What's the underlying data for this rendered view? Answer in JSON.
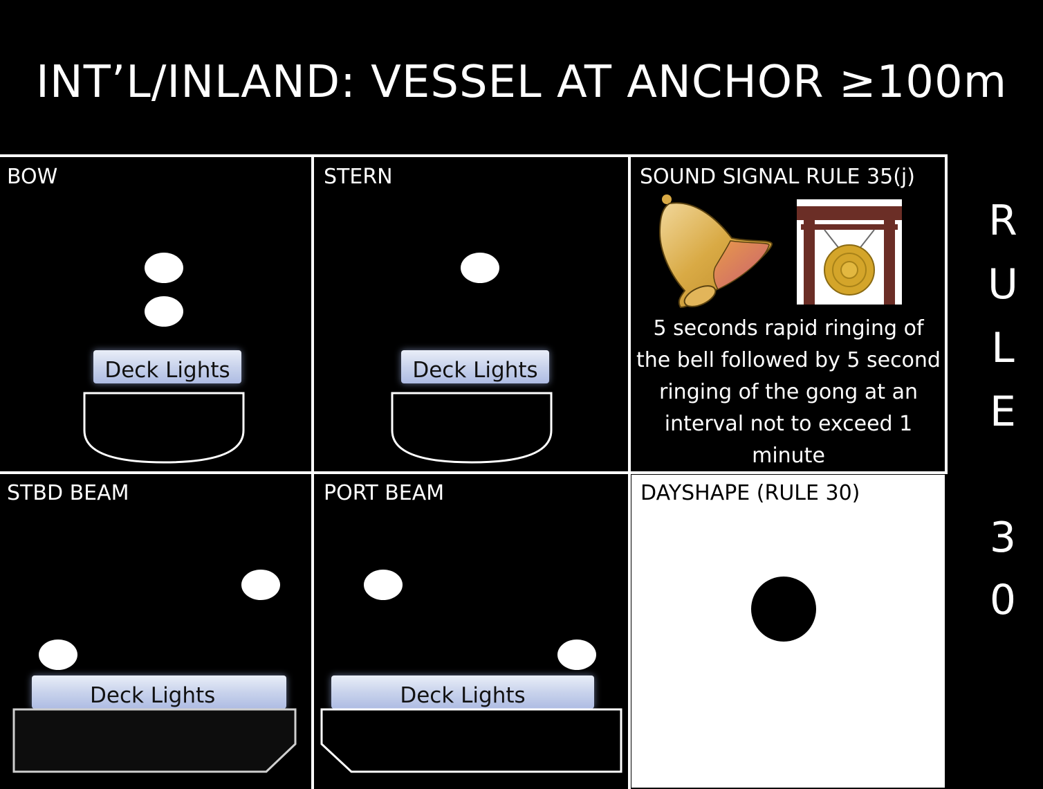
{
  "title": "INT’L/INLAND: VESSEL AT ANCHOR ≥100m",
  "panels": {
    "bow": {
      "label": "BOW",
      "deck_label": "Deck Lights"
    },
    "stern": {
      "label": "STERN",
      "deck_label": "Deck Lights"
    },
    "sound": {
      "label": "SOUND SIGNAL RULE 35(j)",
      "icons": [
        "bell-icon",
        "gong-icon"
      ],
      "text": "5 seconds rapid ringing of the bell followed by 5 second ringing of the gong at an interval not to exceed 1 minute"
    },
    "stbd_beam": {
      "label": "STBD BEAM",
      "deck_label": "Deck Lights"
    },
    "port_beam": {
      "label": "PORT BEAM",
      "deck_label": "Deck Lights"
    },
    "dayshape": {
      "label": "DAYSHAPE (RULE 30)",
      "shape": "ball"
    }
  },
  "rule_side": {
    "letters": [
      "R",
      "U",
      "L",
      "E",
      "3",
      "0"
    ]
  },
  "colors": {
    "background": "#000000",
    "light": "#ffffff",
    "dayshape_box": "#ffffff",
    "ball": "#000000"
  }
}
